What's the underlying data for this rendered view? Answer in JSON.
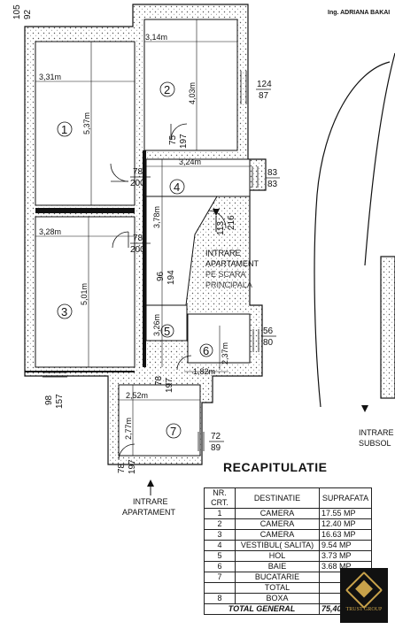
{
  "header": {
    "signature": "Ing. ADRIANA BAKAI"
  },
  "top_corner": {
    "label_top": "105",
    "label_bottom": "92"
  },
  "rooms": {
    "r1": "1",
    "r2": "2",
    "r3": "3",
    "r4": "4",
    "r5": "5",
    "r6": "6",
    "r7": "7"
  },
  "dimensions": {
    "d_331": "3,31m",
    "d_537": "5,37m",
    "d_314": "3,14m",
    "d_403": "4,03m",
    "d_324": "3,24m",
    "d_378": "3,78m",
    "d_328": "3,28m",
    "d_501": "5,01m",
    "d_326": "3,26m",
    "d_237": "2,37m",
    "d_182": "1,82m",
    "d_252": "2,52m",
    "d_277": "2,77m"
  },
  "openings": {
    "w_124": "124",
    "w_87": "87",
    "dr_75": "75",
    "dr_197a": "197",
    "dr_78a": "78",
    "dr_200a": "200",
    "w_83a": "83",
    "w_83b": "83",
    "dr_113": "113",
    "dr_216": "216",
    "dr_78b": "78",
    "dr_200b": "200",
    "dr_96": "96",
    "dr_194": "194",
    "w_56": "56",
    "w_80": "80",
    "dr_78c": "78",
    "dr_197b": "197",
    "w_98": "98",
    "w_157": "157",
    "w_72": "72",
    "w_89": "89",
    "dr_78d": "78",
    "dr_197c": "197"
  },
  "labels": {
    "main_entry_1": "INTRARE",
    "main_entry_2": "APARTAMENT",
    "main_entry_3": "PE SCARA",
    "main_entry_4": "PRINCIPALA",
    "apt_entry_1": "INTRARE",
    "apt_entry_2": "APARTAMENT",
    "basement_1": "INTRARE",
    "basement_2": "SUBSOL"
  },
  "recap": {
    "title": "RECAPITULATIE",
    "headers": [
      "NR. CRT.",
      "DESTINATIE",
      "SUPRAFATA"
    ],
    "rows": [
      [
        "1",
        "CAMERA",
        "17.55 MP"
      ],
      [
        "2",
        "CAMERA",
        "12.40 MP"
      ],
      [
        "3",
        "CAMERA",
        "16.63 MP"
      ],
      [
        "4",
        "VESTIBUL( SALITA)",
        "9.54 MP"
      ],
      [
        "5",
        "HOL",
        "3.73 MP"
      ],
      [
        "6",
        "BAIE",
        "3.68 MP"
      ],
      [
        "7",
        "BUCATARIE",
        ""
      ],
      [
        "",
        "TOTAL",
        ""
      ],
      [
        "8",
        "BOXA",
        ""
      ]
    ],
    "total_general_label": "TOTAL GENERAL",
    "total_general_value": "75,40 MP"
  },
  "logo": {
    "text": "TRUST GROUP"
  },
  "colors": {
    "wall": "#111111",
    "hatch": "#555555",
    "accent": "#c8a24a"
  }
}
